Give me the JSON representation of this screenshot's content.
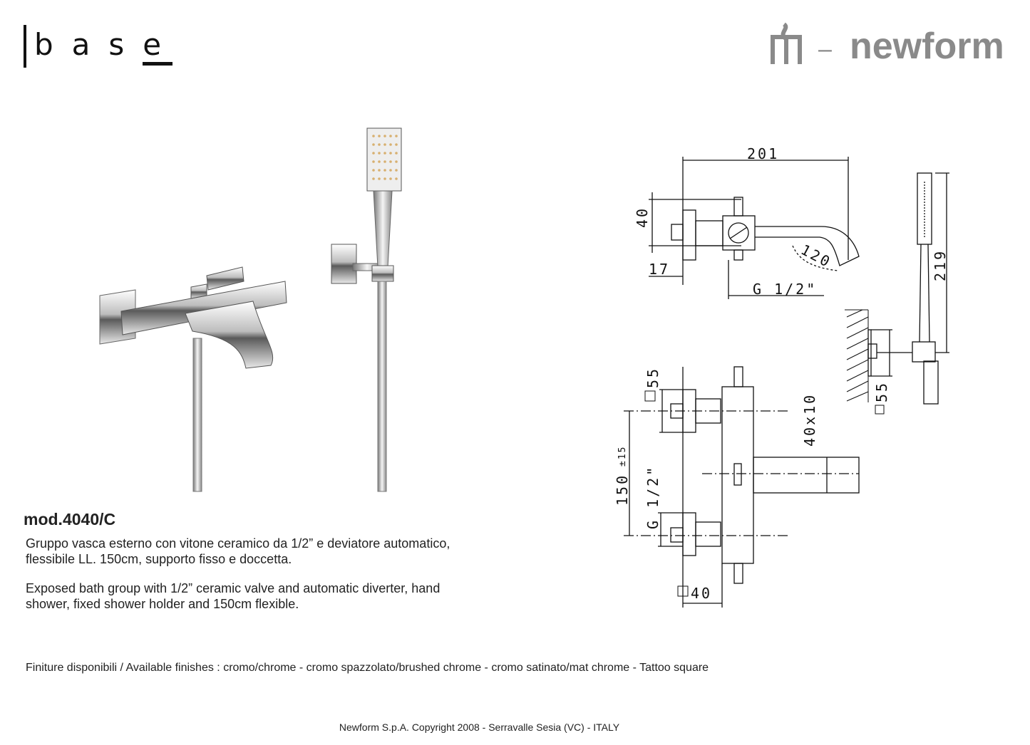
{
  "brand": {
    "collection_logo": "base",
    "company_logo": "newform",
    "logo_dash": "–"
  },
  "product": {
    "model": "mod.4040/C",
    "description_it_line1": "Gruppo vasca esterno con vitone ceramico da 1/2” e deviatore automatico,",
    "description_it_line2": "flessibile LL. 150cm, supporto fisso e doccetta.",
    "description_en_line1": "Exposed bath group with 1/2” ceramic valve and automatic diverter, hand",
    "description_en_line2": "shower, fixed shower holder and 150cm flexible."
  },
  "drawing": {
    "top_view": {
      "width_label": "201",
      "height_label": "40",
      "wall_offset_label": "17",
      "thread_label": "G 1/2\"",
      "angle_label": "120"
    },
    "side_view": {
      "height_label": "219",
      "plate_label": "55"
    },
    "front_view": {
      "plate_label": "55",
      "handle_label": "40x10",
      "center_distance_label": "150",
      "tolerance_label": "±15",
      "thread_label": "G 1/2\"",
      "body_label": "40"
    }
  },
  "finishes": "Finiture disponibili / Available finishes : cromo/chrome  -  cromo spazzolato/brushed chrome - cromo satinato/mat chrome - Tattoo square",
  "footer": "Newform S.p.A. Copyright 2008 - Serravalle Sesia (VC) - ITALY",
  "colors": {
    "text": "#222222",
    "logo_grey": "#8a8a8a",
    "chrome_light": "#f2f2f2",
    "chrome_dark": "#555555"
  }
}
